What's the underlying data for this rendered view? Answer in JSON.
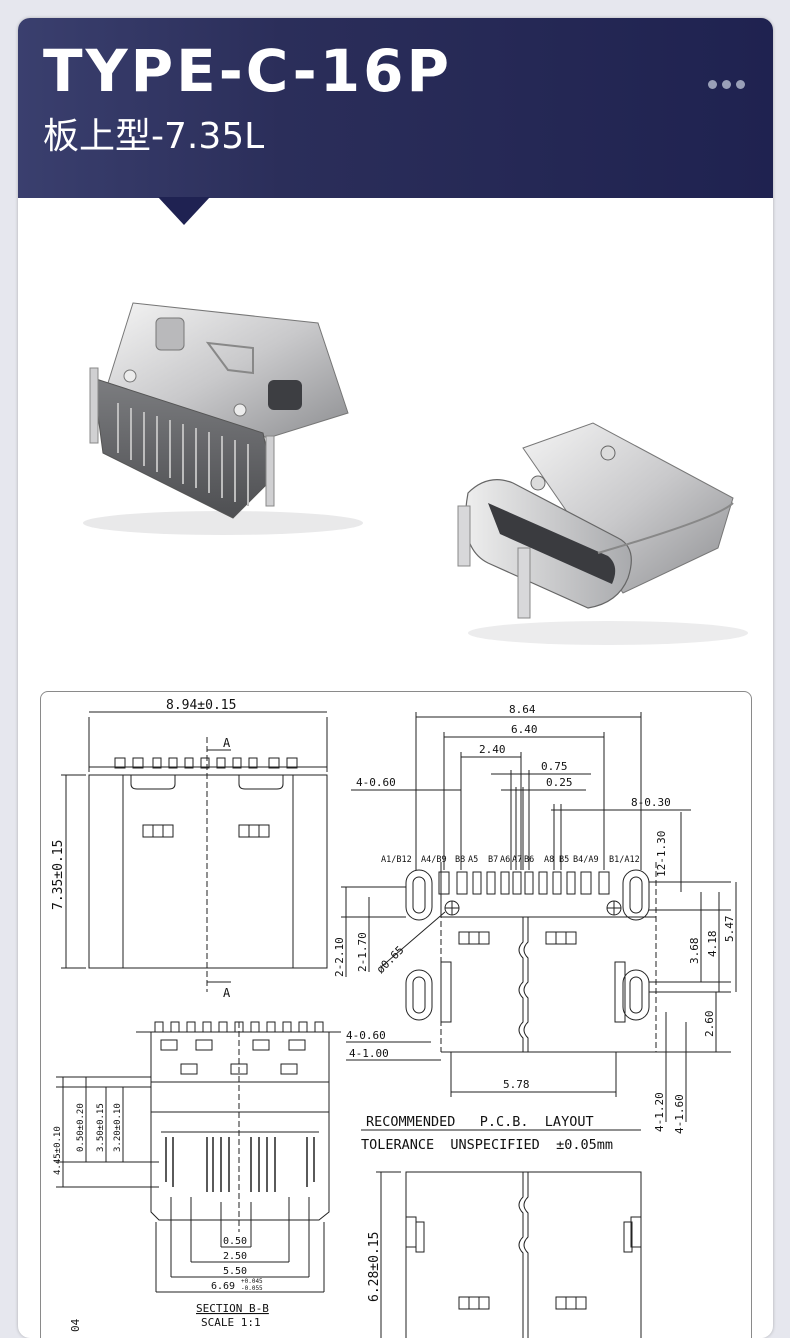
{
  "header": {
    "title": "TYPE-C-16P",
    "subtitle": "板上型-7.35L"
  },
  "drawing": {
    "front_view": {
      "width_dim": "8.94±0.15",
      "height_dim": "7.35±0.15",
      "section_label_top": "A",
      "section_label_bottom": "A"
    },
    "section_view": {
      "dims_left": [
        "4.45±0.10",
        "0.50±0.20",
        "3.50±0.15",
        "3.20±0.10"
      ],
      "dims_bottom": [
        "0.50",
        "2.50",
        "5.50",
        "6.69"
      ],
      "dim_tol_upper": "+0.045",
      "dim_tol_lower": "-0.055",
      "section_title": "SECTION B-B",
      "scale": "SCALE 1:1"
    },
    "pcb_layout": {
      "dims_top": [
        "8.64",
        "6.40",
        "2.40",
        "0.75",
        "0.25"
      ],
      "pad_width": "4-0.60",
      "pitch": "8-0.30",
      "pin_labels": [
        "A1/B12",
        "A4/B9",
        "B8",
        "A5",
        "B7",
        "A6",
        "A7",
        "B6",
        "A8",
        "B5",
        "B4/A9",
        "B1/A12"
      ],
      "dims_right_top": "12-1.30",
      "dims_right": [
        "3.68",
        "4.18",
        "5.47",
        "2.60"
      ],
      "dims_left": [
        "2-2.10",
        "2-1.70",
        "ø0.65"
      ],
      "dims_lower_left": [
        "4-0.60",
        "4-1.00"
      ],
      "dim_bottom": "5.78",
      "dims_lower_right": [
        "4-1.20",
        "4-1.60"
      ]
    },
    "note_title": "RECOMMENDED   P.C.B.  LAYOUT",
    "note_tolerance": "TOLERANCE  UNSPECIFIED  ±0.05mm",
    "bottom_view": {
      "height_dim": "6.28±0.15",
      "edge_label": "04"
    }
  }
}
